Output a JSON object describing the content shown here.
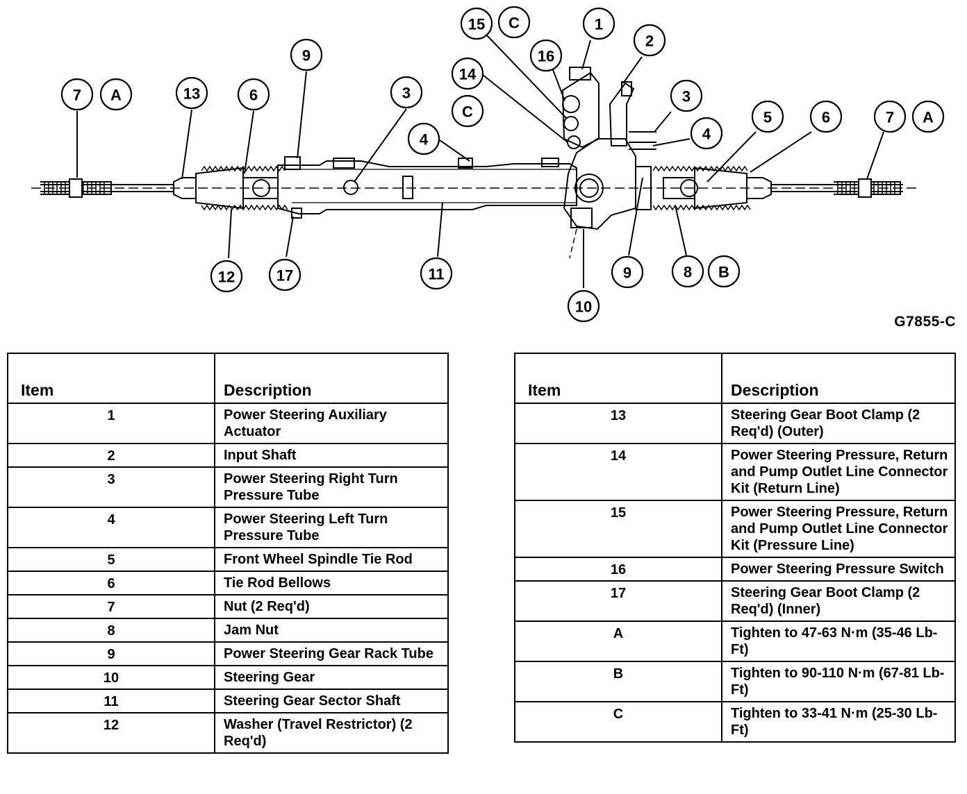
{
  "figure_id": "G7855-C",
  "callouts": {
    "c7a_left": "7",
    "cA_left": "A",
    "c13": "13",
    "c6_left": "6",
    "c9_top": "9",
    "c3_left": "3",
    "c4_left": "4",
    "c14": "14",
    "cC_lower": "C",
    "c15": "15",
    "cC_upper": "C",
    "c16": "16",
    "c1": "1",
    "c2": "2",
    "c3_right": "3",
    "c4_right": "4",
    "c5": "5",
    "c6_right": "6",
    "c7a_right": "7",
    "cA_right": "A",
    "c12": "12",
    "c17": "17",
    "c11": "11",
    "c10": "10",
    "c9_bottom": "9",
    "c8": "8",
    "cB": "B"
  },
  "legend": {
    "header_item": "Item",
    "header_description": "Description",
    "left_rows": [
      {
        "item": "1",
        "description": "Power Steering Auxiliary Actuator"
      },
      {
        "item": "2",
        "description": "Input Shaft"
      },
      {
        "item": "3",
        "description": "Power Steering Right Turn Pressure Tube"
      },
      {
        "item": "4",
        "description": "Power Steering Left Turn Pressure Tube"
      },
      {
        "item": "5",
        "description": "Front Wheel Spindle Tie Rod"
      },
      {
        "item": "6",
        "description": "Tie Rod Bellows"
      },
      {
        "item": "7",
        "description": "Nut (2 Req'd)"
      },
      {
        "item": "8",
        "description": "Jam Nut"
      },
      {
        "item": "9",
        "description": "Power Steering Gear Rack Tube"
      },
      {
        "item": "10",
        "description": "Steering Gear"
      },
      {
        "item": "11",
        "description": "Steering Gear Sector Shaft"
      },
      {
        "item": "12",
        "description": "Washer (Travel Restrictor) (2 Req'd)"
      }
    ],
    "right_rows": [
      {
        "item": "13",
        "description": "Steering Gear Boot Clamp (2 Req'd) (Outer)"
      },
      {
        "item": "14",
        "description": "Power Steering Pressure, Return and Pump Outlet Line Connector Kit (Return Line)"
      },
      {
        "item": "15",
        "description": "Power Steering Pressure, Return and Pump Outlet Line Connector Kit (Pressure Line)"
      },
      {
        "item": "16",
        "description": "Power Steering Pressure Switch"
      },
      {
        "item": "17",
        "description": "Steering Gear Boot Clamp (2 Req'd) (Inner)"
      },
      {
        "item": "A",
        "description": "Tighten to 47-63 N·m (35-46 Lb-Ft)"
      },
      {
        "item": "B",
        "description": "Tighten to 90-110 N·m (67-81 Lb-Ft)"
      },
      {
        "item": "C",
        "description": "Tighten to 33-41 N·m (25-30 Lb-Ft)"
      }
    ]
  }
}
